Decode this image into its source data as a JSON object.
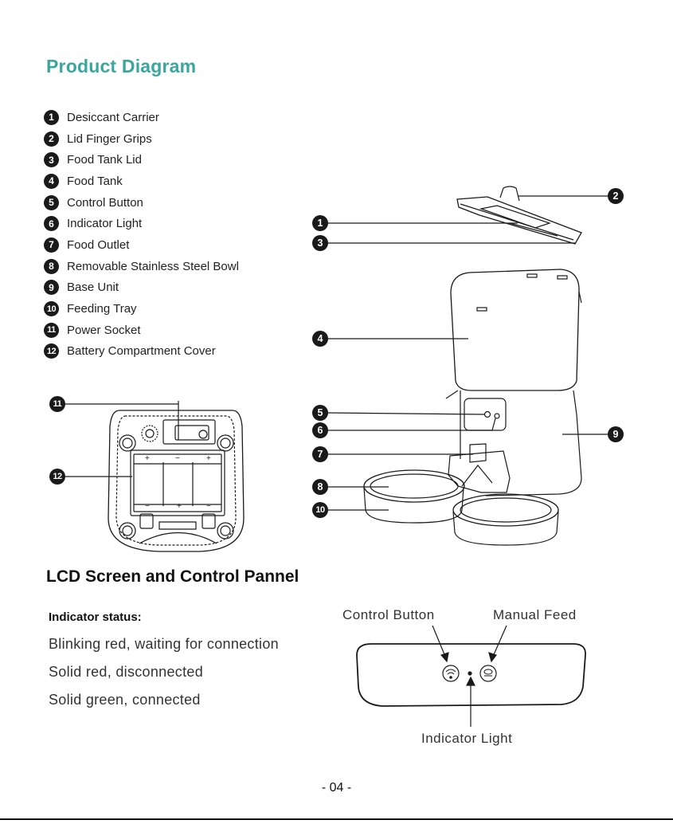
{
  "page": {
    "title": "Product Diagram",
    "parts": [
      {
        "num": "1",
        "label": "Desiccant Carrier"
      },
      {
        "num": "2",
        "label": "Lid Finger Grips"
      },
      {
        "num": "3",
        "label": "Food Tank Lid"
      },
      {
        "num": "4",
        "label": "Food Tank"
      },
      {
        "num": "5",
        "label": "Control Button"
      },
      {
        "num": "6",
        "label": "Indicator Light"
      },
      {
        "num": "7",
        "label": "Food Outlet"
      },
      {
        "num": "8",
        "label": "Removable Stainless Steel Bowl"
      },
      {
        "num": "9",
        "label": "Base Unit"
      },
      {
        "num": "10",
        "label": "Feeding Tray"
      },
      {
        "num": "11",
        "label": "Power Socket"
      },
      {
        "num": "12",
        "label": "Battery Compartment Cover"
      }
    ],
    "lcd_title": "LCD Screen and Control Pannel",
    "indicator_heading": "Indicator status:",
    "status_lines": [
      "Blinking red, waiting for connection",
      "Solid red, disconnected",
      "Solid green, connected"
    ],
    "panel_labels": {
      "control_button": "Control Button",
      "manual_feed": "Manual Feed",
      "indicator_light": "Indicator Light"
    },
    "page_number": "- 04 -",
    "battery_marks": {
      "plus": "+",
      "minus": "−"
    }
  },
  "colors": {
    "title": "#3aa79e",
    "text": "#222222",
    "line": "#1a1a1a"
  },
  "icons": [
    "wifi-icon",
    "manual-feed-icon"
  ]
}
